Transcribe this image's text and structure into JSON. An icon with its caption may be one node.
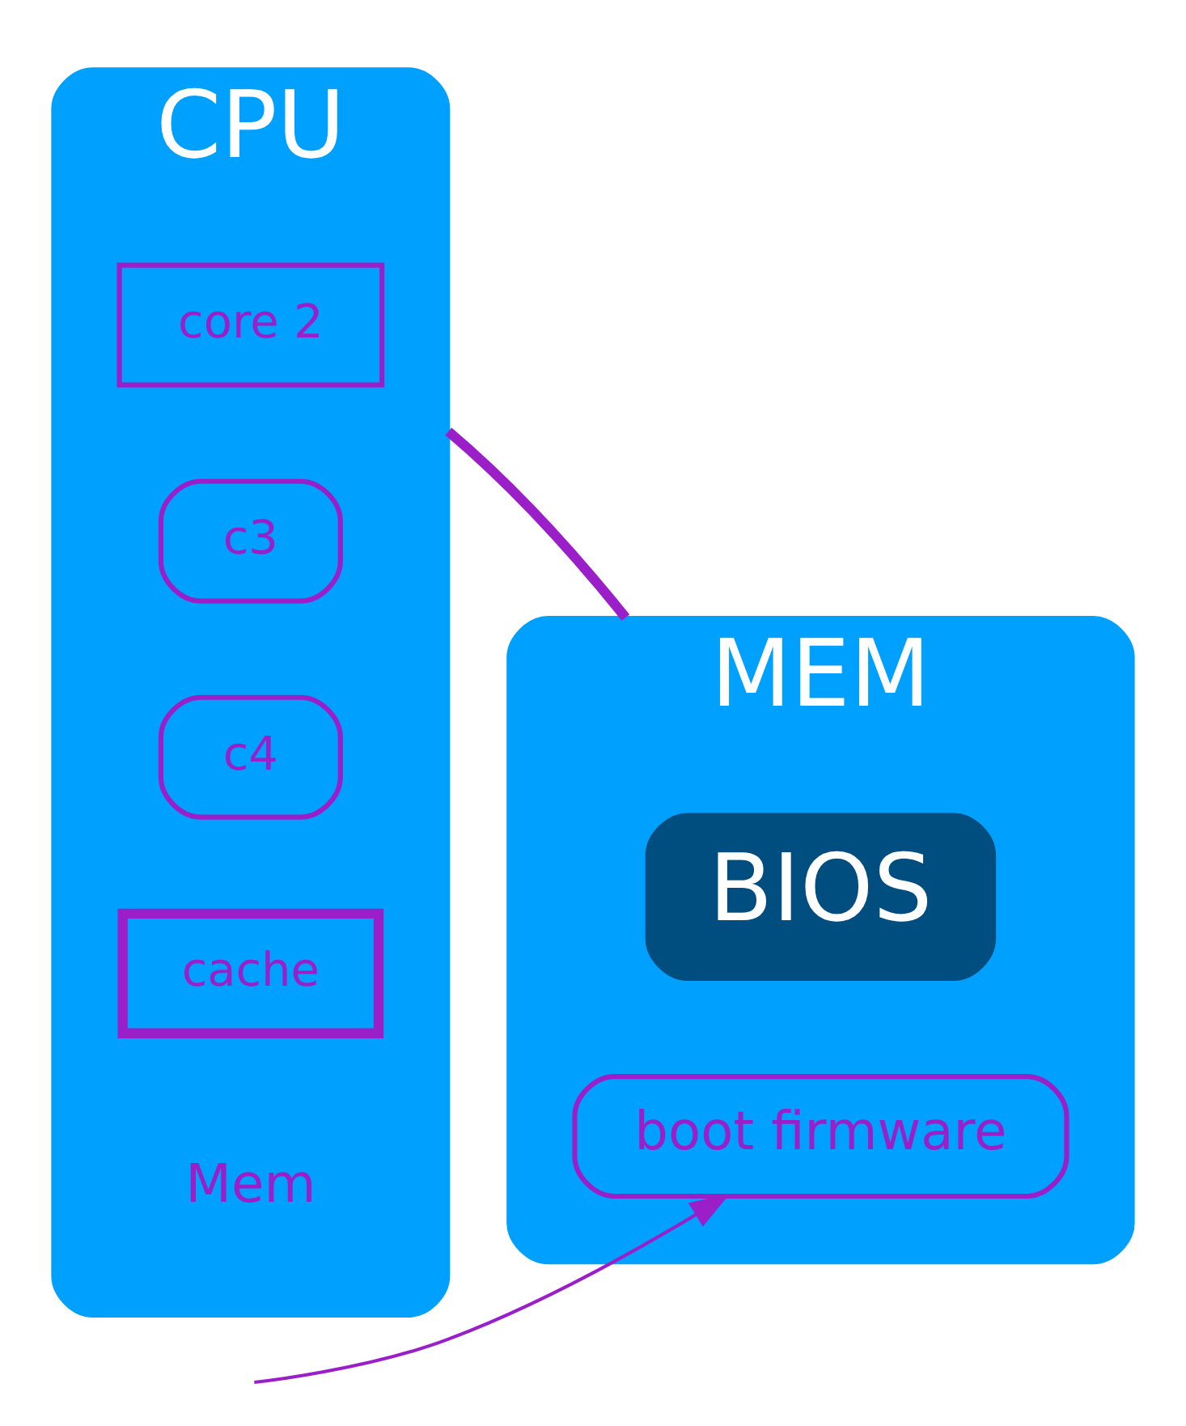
{
  "diagram": {
    "nodes": [
      {
        "text": [
          "MEM"
        ]
      },
      {
        "text": [
          "BIOS"
        ],
        "in": 0
      },
      {
        "text": [
          "boot firmware"
        ],
        "in": 0
      },
      {
        "text": [
          "CPU"
        ]
      },
      {
        "text": [
          "core 2"
        ],
        "in": 3
      },
      {
        "text": [
          "c3"
        ],
        "in": 3
      },
      {
        "text": [
          "c4"
        ],
        "in": 3
      },
      {
        "text": [
          "cache"
        ],
        "in": 3
      }
    ],
    "edges": [
      {
        "from": 3,
        "to": 0,
        "arrow": "none",
        "color": "#9b1fc8",
        "style": "thick"
      },
      {
        "from": null,
        "to": 2,
        "arrow": "to",
        "color": "#9b1fc8"
      }
    ],
    "labels": [
      "Mem"
    ]
  }
}
